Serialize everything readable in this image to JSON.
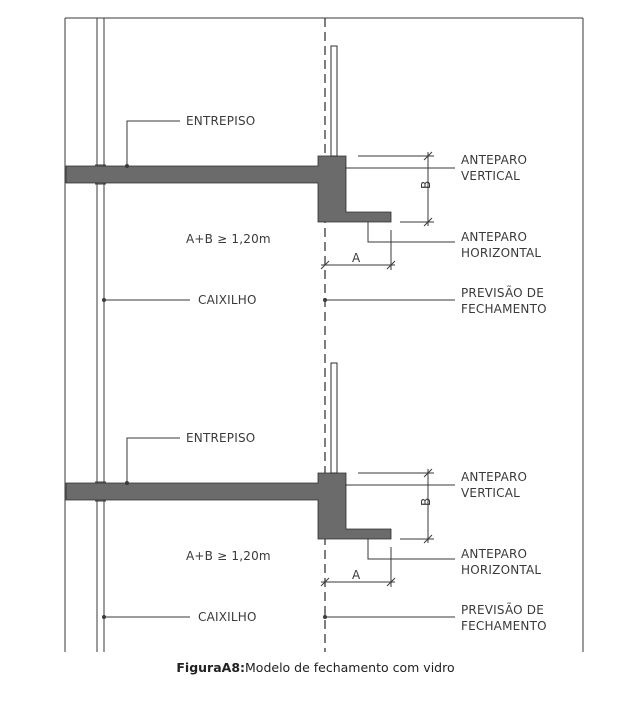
{
  "caption": {
    "prefix": "FiguraA8:",
    "text": "Modelo de fechamento com vidro"
  },
  "levels": [
    {
      "entrepiso": "ENTREPISO",
      "formula": "A+B ≥ 1,20m",
      "caixilho": "CAIXILHO",
      "anteparo_vertical": [
        "ANTEPARO",
        "VERTICAL"
      ],
      "anteparo_horizontal": [
        "ANTEPARO",
        "HORIZONTAL"
      ],
      "previsao": [
        "PREVISÃO DE",
        "FECHAMENTO"
      ],
      "dim_a": "A",
      "dim_b": "B"
    },
    {
      "entrepiso": "ENTREPISO",
      "formula": "A+B ≥ 1,20m",
      "caixilho": "CAIXILHO",
      "anteparo_vertical": [
        "ANTEPARO",
        "VERTICAL"
      ],
      "anteparo_horizontal": [
        "ANTEPARO",
        "HORIZONTAL"
      ],
      "previsao": [
        "PREVISÃO DE",
        "FECHAMENTO"
      ],
      "dim_a": "A",
      "dim_b": "B"
    }
  ],
  "colors": {
    "concrete": "#6b6b6b",
    "line": "#3a3a3a"
  }
}
